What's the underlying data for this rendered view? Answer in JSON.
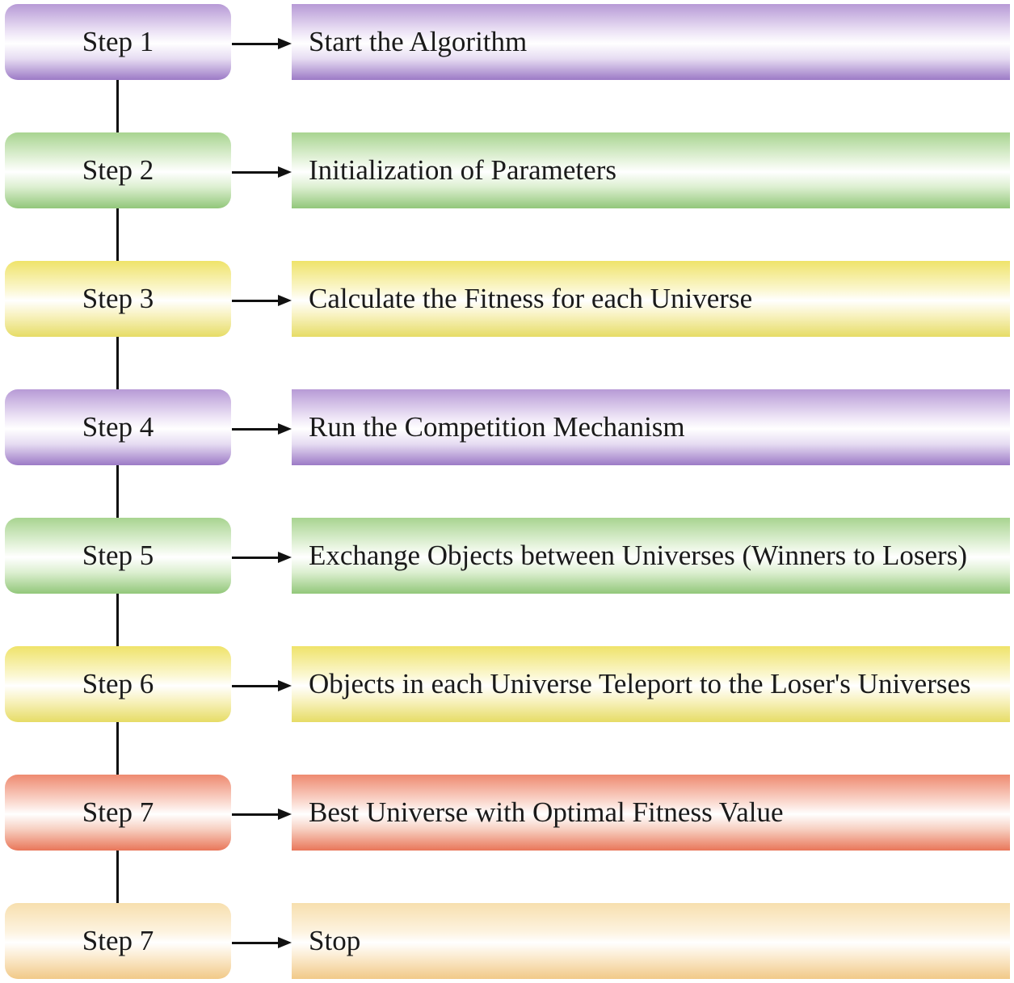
{
  "steps": [
    {
      "step": "Step 1",
      "text": "Start the Algorithm",
      "color": "purple"
    },
    {
      "step": "Step 2",
      "text": "Initialization of Parameters",
      "color": "green"
    },
    {
      "step": "Step 3",
      "text": "Calculate the Fitness for each Universe",
      "color": "yellow"
    },
    {
      "step": "Step 4",
      "text": "Run the Competition Mechanism",
      "color": "purple"
    },
    {
      "step": "Step 5",
      "text": "Exchange Objects between Universes (Winners to Losers)",
      "color": "green"
    },
    {
      "step": "Step 6",
      "text": "Objects in each Universe Teleport to the Loser's Universes",
      "color": "yellow"
    },
    {
      "step": "Step 7",
      "text": "Best Universe with Optimal Fitness Value",
      "color": "red"
    },
    {
      "step": "Step 7",
      "text": "Stop",
      "color": "peach"
    }
  ]
}
